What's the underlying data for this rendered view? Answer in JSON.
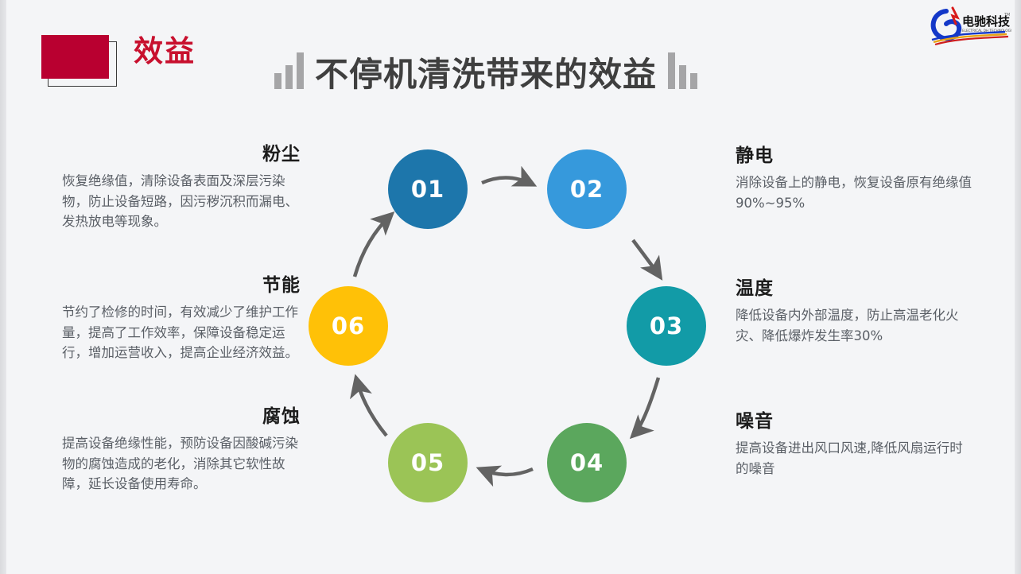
{
  "header": {
    "tag_label": "效益",
    "title": "不停机清洗带来的效益",
    "tag_color": "#b90030",
    "tag_text_color": "#c8102e",
    "title_color": "#3f3f3f",
    "decor_left_icon": "ascending-bar-chart-icon",
    "decor_right_icon": "descending-bar-chart-icon"
  },
  "logo": {
    "name": "dianchi-technology-logo",
    "cn_text": "电驰科技",
    "en_text": "ELECTRICAL DH TECHNOLOGY",
    "trademark": "TM"
  },
  "cycle": {
    "nodes": [
      {
        "number": "01",
        "color": "#1d76ab"
      },
      {
        "number": "02",
        "color": "#3699dc"
      },
      {
        "number": "03",
        "color": "#129ba7"
      },
      {
        "number": "04",
        "color": "#5ba75d"
      },
      {
        "number": "05",
        "color": "#9bc456"
      },
      {
        "number": "06",
        "color": "#ffc107"
      }
    ],
    "arrow_color": "#636363"
  },
  "blocks": {
    "dust": {
      "heading": "粉尘",
      "body": "恢复绝缘值，清除设备表面及深层污染物，防止设备短路，因污秽沉积而漏电、发热放电等现象。"
    },
    "energy": {
      "heading": "节能",
      "body": "节约了检修的时间，有效减少了维护工作量，提高了工作效率，保障设备稳定运行，增加运营收入，提高企业经济效益。"
    },
    "corrosion": {
      "heading": "腐蚀",
      "body": "提高设备绝缘性能，预防设备因酸碱污染物的腐蚀造成的老化，消除其它软性故障，延长设备使用寿命。"
    },
    "static": {
      "heading": "静电",
      "body": "消除设备上的静电，恢复设备原有绝缘值90%~95%"
    },
    "temperature": {
      "heading": "温度",
      "body": "降低设备内外部温度，防止高温老化火灾、降低爆炸发生率30%"
    },
    "noise": {
      "heading": "噪音",
      "body": "提高设备进出风口风速,降低风扇运行时的噪音"
    }
  }
}
